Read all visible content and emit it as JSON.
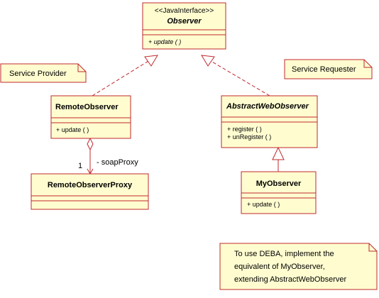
{
  "colors": {
    "border": "#c0282d",
    "class_fill": "#fffdd0",
    "note_fill": "#fffdd0",
    "background": "#ffffff"
  },
  "classes": {
    "observer": {
      "stereotype": "<<JavaInterface>>",
      "name": "Observer",
      "operations": [
        "+ update ( )"
      ]
    },
    "remote_observer": {
      "name": "RemoteObserver",
      "operations": [
        "+ update ( )"
      ]
    },
    "abstract_web_observer": {
      "name": "AbstractWebObserver",
      "operations": [
        "+ register ( )",
        "+ unRegister ( )"
      ]
    },
    "remote_observer_proxy": {
      "name": "RemoteObserverProxy",
      "operations": []
    },
    "my_observer": {
      "name": "MyObserver",
      "operations": [
        "+ update ( )"
      ]
    }
  },
  "notes": {
    "service_provider": "Service Provider",
    "service_requester": "Service Requester",
    "deba": [
      "To use DEBA, implement the",
      "equivalent of MyObserver,",
      "extending AbstractWebObserver"
    ]
  },
  "association": {
    "multiplicity": "1",
    "role": "- soapProxy"
  }
}
